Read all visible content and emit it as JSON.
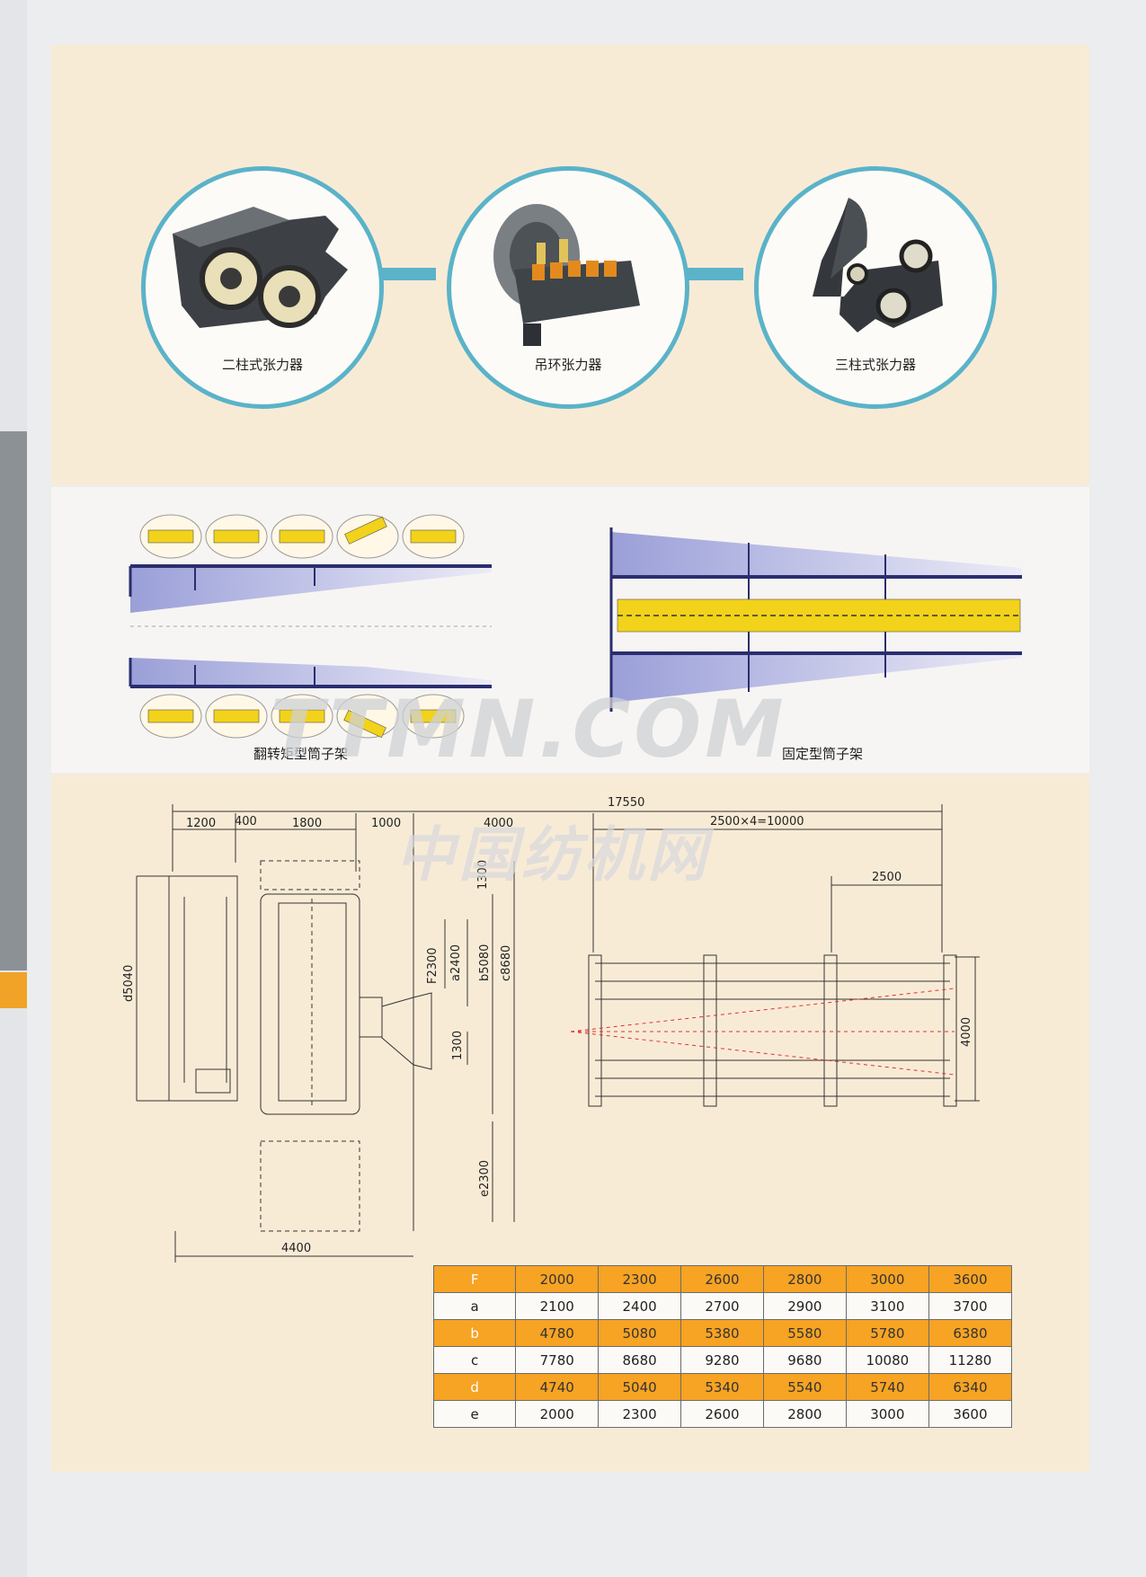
{
  "tensioners": [
    {
      "label": "二柱式张力器",
      "icon": "two-post-tensioner-icon"
    },
    {
      "label": "吊环张力器",
      "icon": "ring-tensioner-icon"
    },
    {
      "label": "三柱式张力器",
      "icon": "three-post-tensioner-icon"
    }
  ],
  "creels": {
    "left_label": "翻转矩型筒子架",
    "right_label": "固定型筒子架"
  },
  "watermarks": {
    "en": "TTMN.COM",
    "cn": "中国纺机网"
  },
  "dimensions": {
    "total": "17550",
    "d1200": "1200",
    "d400": "400",
    "d1800": "1800",
    "d1000": "1000",
    "d4000_top": "4000",
    "section_spacing": "2500×4=10000",
    "d2500": "2500",
    "d1300_top": "1300",
    "f2300": "F2300",
    "a2400": "a2400",
    "b5080": "b5080",
    "c8680": "c8680",
    "d5040": "d5040",
    "d1300_mid": "1300",
    "e2300": "e2300",
    "d4000_right": "4000",
    "d4400": "4400"
  },
  "spec_table": {
    "rows": [
      {
        "key": "F",
        "values": [
          "2000",
          "2300",
          "2600",
          "2800",
          "3000",
          "3600"
        ]
      },
      {
        "key": "a",
        "values": [
          "2100",
          "2400",
          "2700",
          "2900",
          "3100",
          "3700"
        ]
      },
      {
        "key": "b",
        "values": [
          "4780",
          "5080",
          "5380",
          "5580",
          "5780",
          "6380"
        ]
      },
      {
        "key": "c",
        "values": [
          "7780",
          "8680",
          "9280",
          "9680",
          "10080",
          "11280"
        ]
      },
      {
        "key": "d",
        "values": [
          "4740",
          "5040",
          "5340",
          "5540",
          "5740",
          "6340"
        ]
      },
      {
        "key": "e",
        "values": [
          "2000",
          "2300",
          "2600",
          "2800",
          "3000",
          "3600"
        ]
      }
    ]
  },
  "colors": {
    "accent_orange": "#f7a323",
    "circle_blue": "#5ab3c9",
    "panel_cream": "#f8ebd6",
    "bobbin_yellow": "#f2d21a"
  }
}
